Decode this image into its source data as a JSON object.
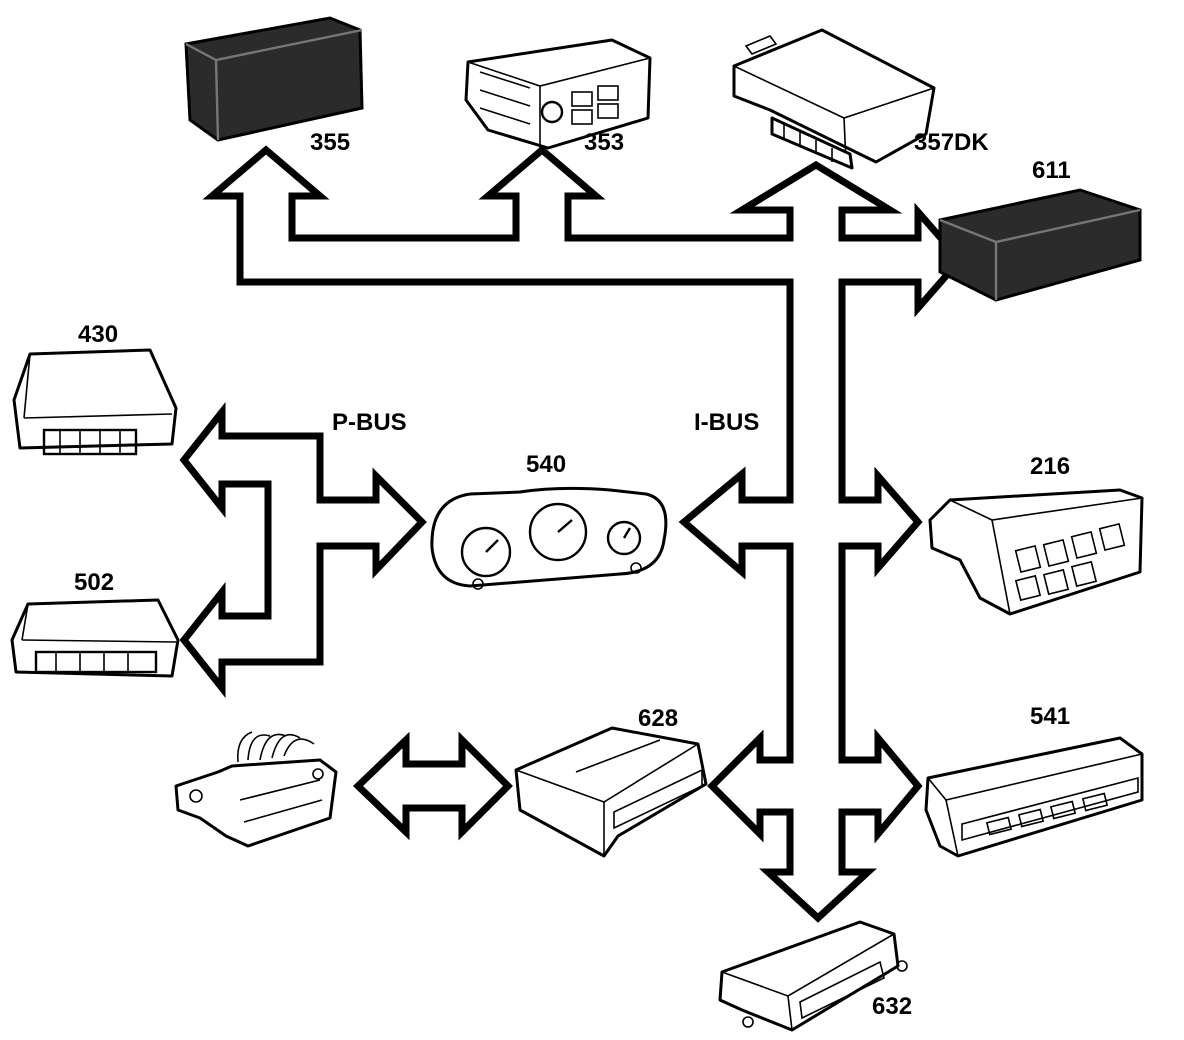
{
  "buses": {
    "p_bus": "P-BUS",
    "i_bus": "I-BUS"
  },
  "modules": [
    {
      "key": "m355",
      "label": "355"
    },
    {
      "key": "m353",
      "label": "353"
    },
    {
      "key": "m357dk",
      "label": "357DK"
    },
    {
      "key": "m611",
      "label": "611"
    },
    {
      "key": "m430",
      "label": "430"
    },
    {
      "key": "m502",
      "label": "502"
    },
    {
      "key": "m540",
      "label": "540"
    },
    {
      "key": "m216",
      "label": "216"
    },
    {
      "key": "m628",
      "label": "628"
    },
    {
      "key": "m541",
      "label": "541"
    },
    {
      "key": "m632",
      "label": "632"
    }
  ]
}
